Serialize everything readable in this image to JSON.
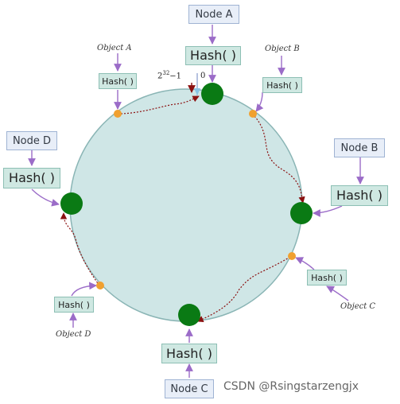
{
  "nodes": {
    "a": {
      "label": "Node A",
      "hash": "Hash( )"
    },
    "b": {
      "label": "Node B",
      "hash": "Hash( )"
    },
    "c": {
      "label": "Node C",
      "hash": "Hash( )"
    },
    "d": {
      "label": "Node D",
      "hash": "Hash( )"
    }
  },
  "objects": {
    "a": {
      "label": "Object A",
      "hash": "Hash( )"
    },
    "b": {
      "label": "Object B",
      "hash": "Hash( )"
    },
    "c": {
      "label": "Object C",
      "hash": "Hash( )"
    },
    "d": {
      "label": "Object D",
      "hash": "Hash( )"
    }
  },
  "ring": {
    "max_label_base": "2",
    "max_label_exp": "32",
    "max_label_tail": "−1",
    "zero_label": "0"
  },
  "colors": {
    "ring_fill": "#cfe6e6",
    "ring_stroke": "#8ab5b5",
    "node_dot": "#0a7a14",
    "object_dot": "#f0a030",
    "arrow": "#9b6cc8",
    "path_arrow": "#8b1010"
  },
  "watermark": "CSDN @Rsingstarzengjx"
}
